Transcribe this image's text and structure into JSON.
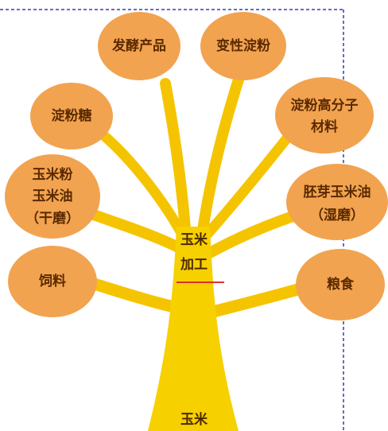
{
  "diagram": {
    "trunk_top_label": [
      "玉米",
      "加工"
    ],
    "trunk_bottom_label": "玉米",
    "nodes": [
      {
        "id": "fermentation",
        "lines": [
          "发酵产品"
        ]
      },
      {
        "id": "modified-starch",
        "lines": [
          "变性淀粉"
        ]
      },
      {
        "id": "starch-sugar",
        "lines": [
          "淀粉糖"
        ]
      },
      {
        "id": "starch-polymer",
        "lines": [
          "淀粉高分子",
          "材料"
        ]
      },
      {
        "id": "flour-oil-dry",
        "lines": [
          "玉米粉",
          "玉米油",
          "（干磨）"
        ]
      },
      {
        "id": "germ-oil-wet",
        "lines": [
          "胚芽玉米油",
          "（湿磨）"
        ]
      },
      {
        "id": "feed",
        "lines": [
          "饲料"
        ]
      },
      {
        "id": "food",
        "lines": [
          "粮食"
        ]
      }
    ]
  },
  "colors": {
    "node_fill": "#f2a350",
    "branch": "#f5c400",
    "trunk": "#f7d000",
    "divider": "#e0302a",
    "frame": "#3a3aa8"
  }
}
